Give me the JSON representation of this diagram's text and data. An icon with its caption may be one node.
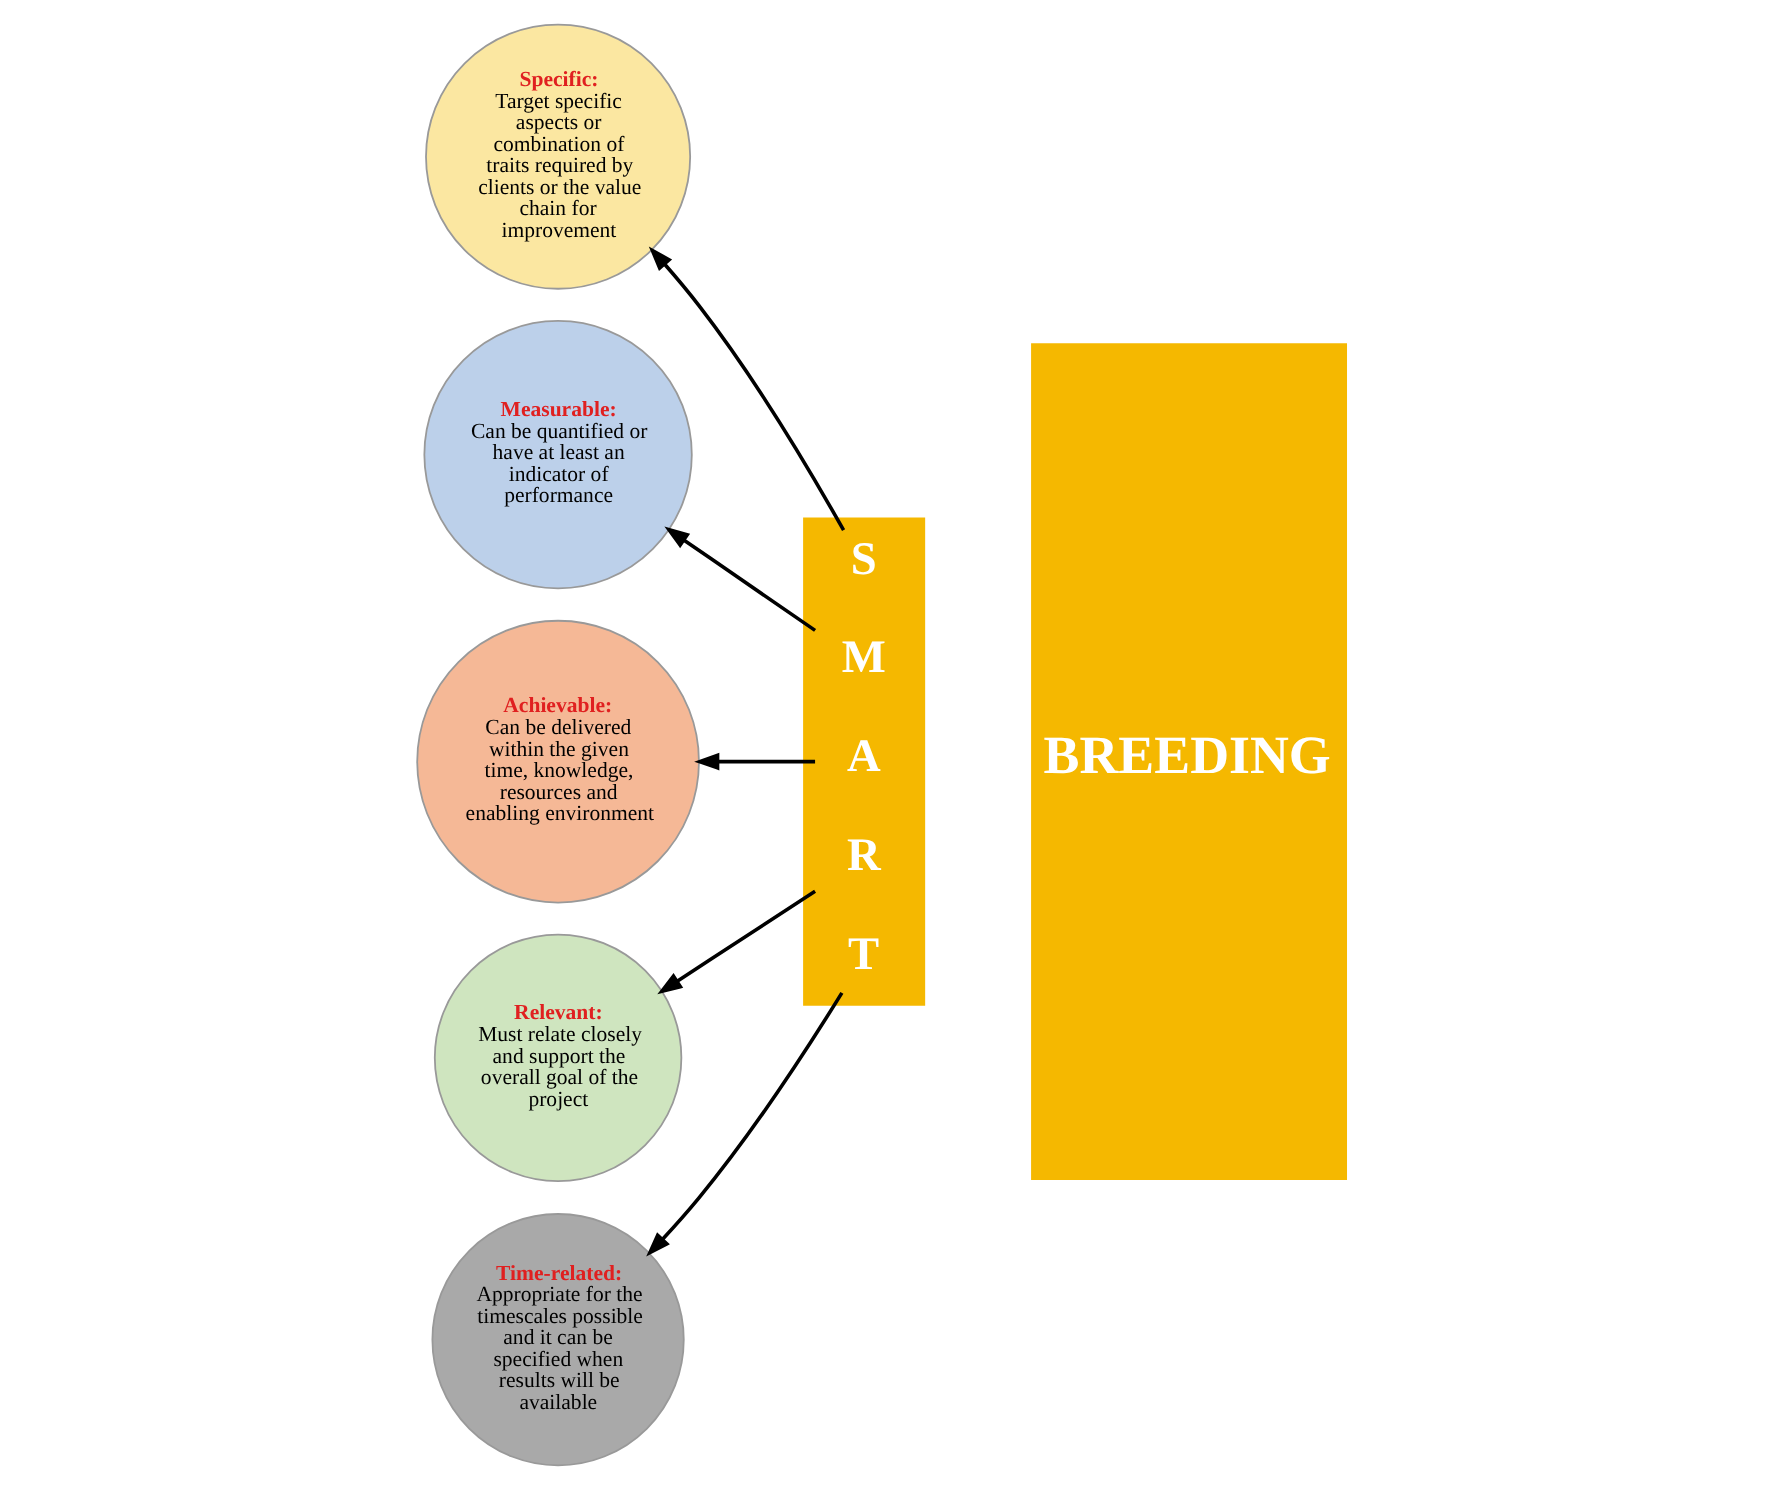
{
  "diagram": {
    "nodes": [
      {
        "text": [
          "Specific:",
          "Target specific aspects or combination of traits required by clients or the value chain for improvement"
        ]
      },
      {
        "text": [
          "Measurable:",
          "Can be quantified or have at least an indicator of performance"
        ]
      },
      {
        "text": [
          "Achievable:",
          "Can be delivered within the given time, knowledge, resources and enabling environment"
        ]
      },
      {
        "text": [
          "Relevant:",
          "Must relate closely and support the overall goal of the project"
        ]
      },
      {
        "text": [
          "Time-related:",
          "Appropriate for the timescales possible and it can be specified when results will be available"
        ]
      },
      {
        "text": [],
        "shape": "box"
      },
      {
        "text": [
          "S"
        ],
        "in": 5
      },
      {
        "text": [
          "M"
        ],
        "in": 5
      },
      {
        "text": [
          "A"
        ],
        "in": 5
      },
      {
        "text": [
          "R"
        ],
        "in": 5
      },
      {
        "text": [
          "T"
        ],
        "in": 5
      },
      {
        "text": [
          "BREEDING"
        ]
      }
    ],
    "edges": [
      {
        "from": 6,
        "to": 0,
        "arrow": "to"
      },
      {
        "from": 7,
        "to": 1,
        "arrow": "to"
      },
      {
        "from": 8,
        "to": 2,
        "arrow": "to"
      },
      {
        "from": 9,
        "to": 3,
        "arrow": "to"
      },
      {
        "from": 10,
        "to": 4,
        "arrow": "to"
      }
    ]
  }
}
